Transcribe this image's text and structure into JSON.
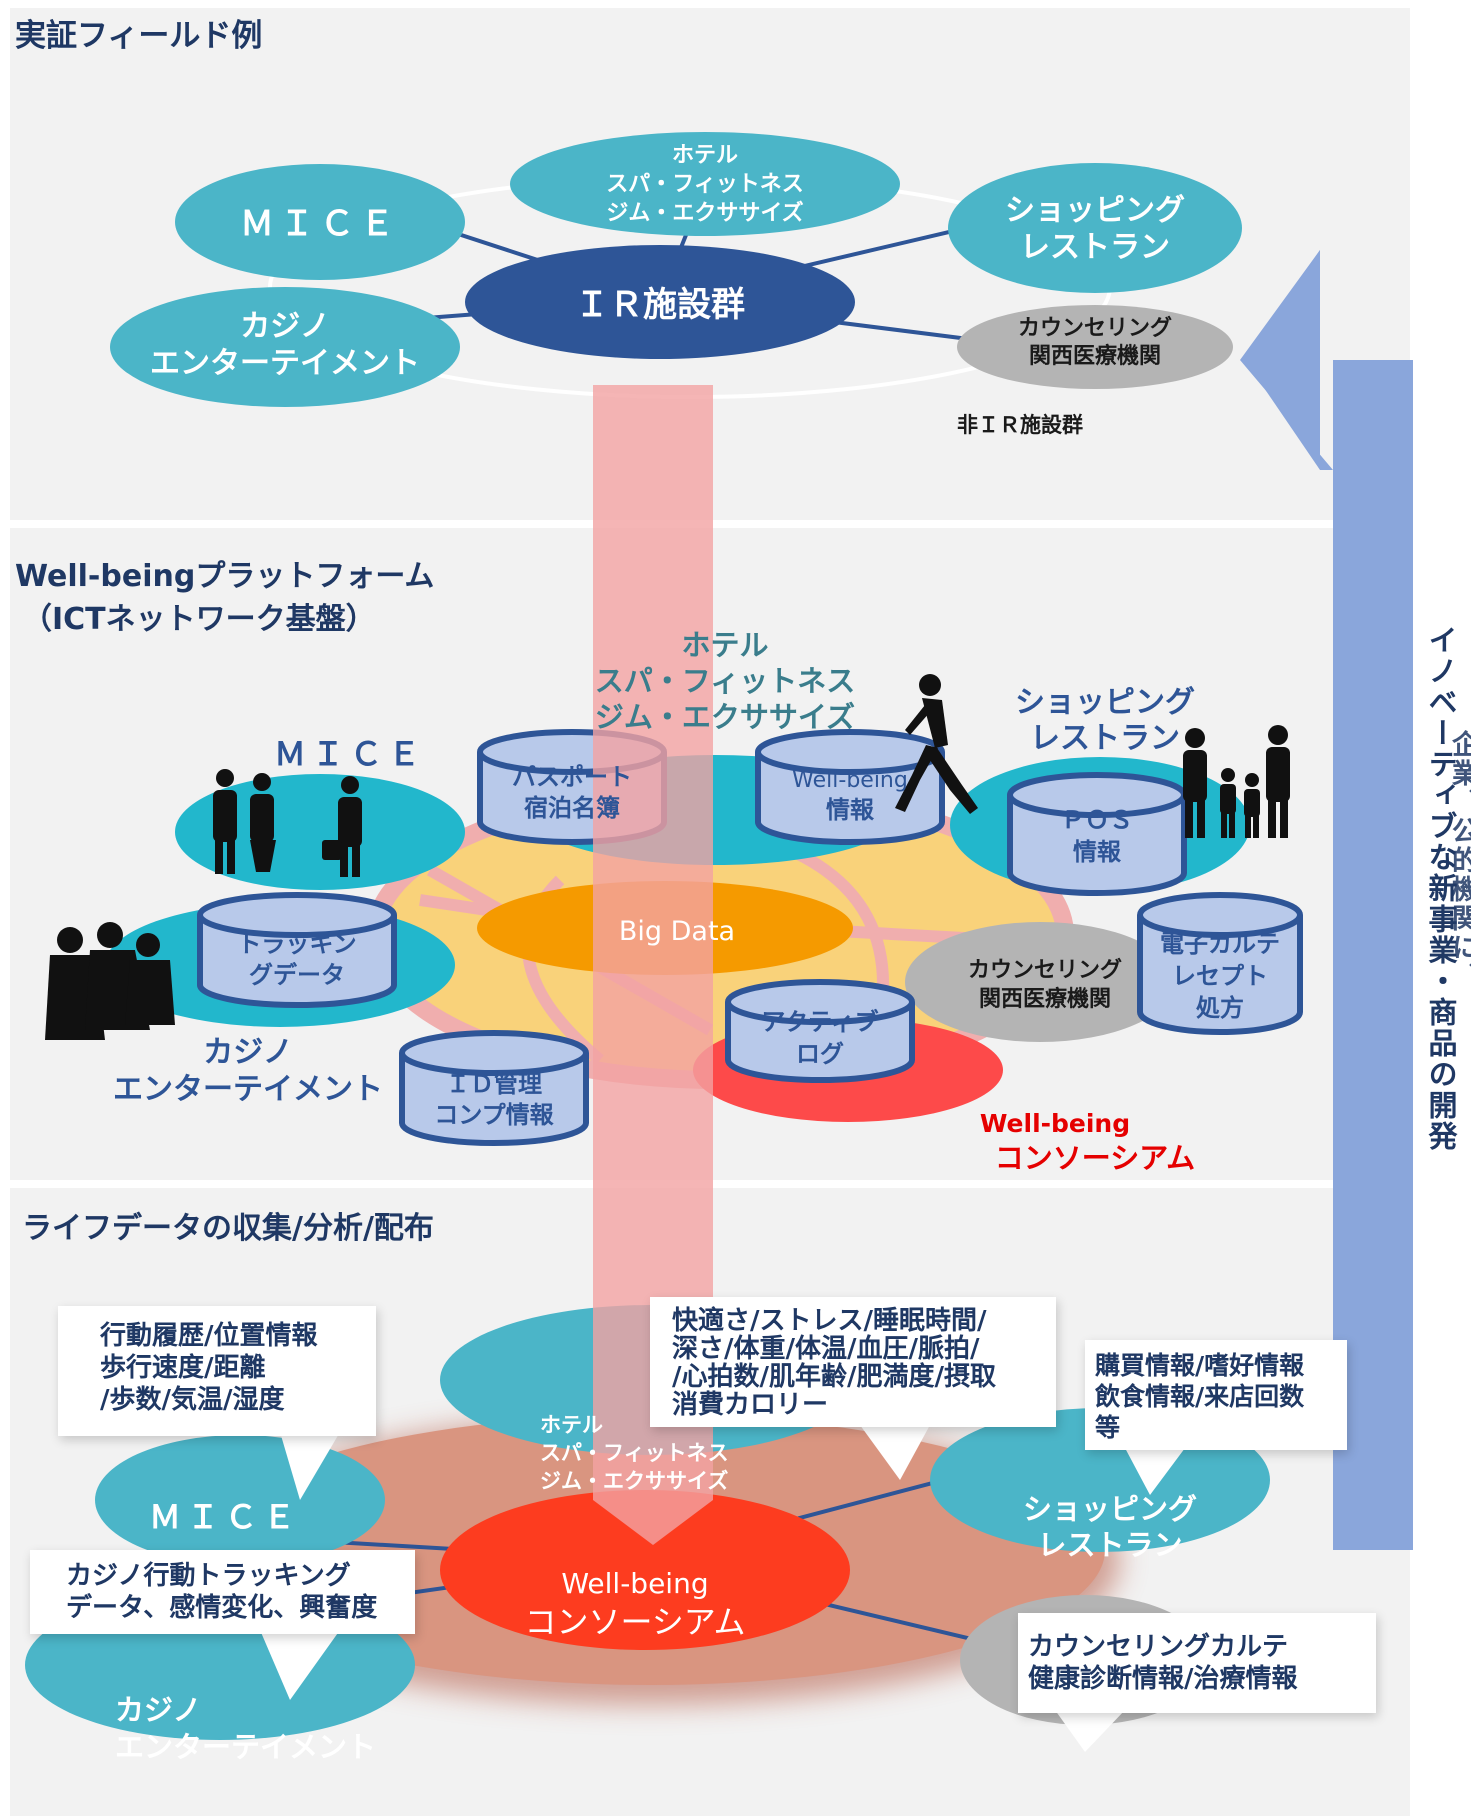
{
  "colors": {
    "teal": "#4bb5c8",
    "darkBlue": "#2e5597",
    "gray": "#b4b4b4",
    "navyText": "#1f3864",
    "arrowBlue": "#8aa6db",
    "pinkPillar": "#f3a3a3",
    "bigData": "#f59a00",
    "consortiumRed": "#fd3c1f",
    "cylinder": "#b8c9ea"
  },
  "section1": {
    "heading": "実証フィールド例",
    "ir_center": "ＩＲ施設群",
    "mice": "ＭＩＣＥ",
    "hotel": [
      "ホテル",
      "スパ・フィットネス",
      "ジム・エクササイズ"
    ],
    "shopping": [
      "ショッピング",
      "レストラン"
    ],
    "casino": [
      "カジノ",
      "エンターテイメント"
    ],
    "counseling": [
      "カウンセリング",
      "関西医療機関"
    ],
    "non_ir": "非ＩＲ施設群"
  },
  "section2": {
    "heading": [
      "Well-beingプラットフォーム",
      "（ICTネットワーク基盤）"
    ],
    "hotel": [
      "ホテル",
      "スパ・フィットネス",
      "ジム・エクササイズ"
    ],
    "mice": "ＭＩＣＥ",
    "shopping": [
      "ショッピング",
      "レストラン"
    ],
    "casino": [
      "カジノ",
      "エンターテイメント"
    ],
    "counseling": [
      "カウンセリング",
      "関西医療機関"
    ],
    "big_data": "Big Data",
    "consortium": [
      "Well-being",
      "コンソーシアム"
    ],
    "db_passport": [
      "パスポート",
      "宿泊名簿"
    ],
    "db_wellbeing": [
      "Well-being",
      "情報"
    ],
    "db_pos": [
      "ＰＯＳ",
      "情報"
    ],
    "db_tracking": [
      "トラッキン",
      "グデータ"
    ],
    "db_ehr": [
      "電子カルテ",
      "レセプト",
      "処方"
    ],
    "db_active": [
      "アクティブ",
      "ログ"
    ],
    "db_id": [
      "ＩＤ管理",
      "コンプ情報"
    ]
  },
  "section3": {
    "heading": "ライフデータの収集/分析/配布",
    "mice": "ＭＩＣＥ",
    "hotel": [
      "ホテル",
      "スパ・フィットネス",
      "ジム・エクササイズ"
    ],
    "shopping": [
      "ショッピング",
      "レストラン"
    ],
    "casino": [
      "カジノ",
      "エンターテイメント"
    ],
    "consortium": [
      "Well-being",
      "コンソーシアム"
    ],
    "callout_mice": [
      "行動履歴/位置情報",
      "歩行速度/距離",
      "/歩数/気温/湿度"
    ],
    "callout_hotel": [
      "快適さ/ストレス/睡眠時間/",
      "深さ/体重/体温/血圧/脈拍/",
      "/心拍数/肌年齢/肥満度/摂取",
      "消費カロリー"
    ],
    "callout_shopping": [
      "購買情報/嗜好情報",
      "飲食情報/来店回数",
      "等"
    ],
    "callout_casino": [
      "カジノ行動トラッキング",
      "データ、感情変化、興奮度"
    ],
    "callout_counseling": [
      "カウンセリングカルテ",
      "健康診断情報/治療情報"
    ]
  },
  "side_arrow": {
    "main": "イノベーティブな新事業・商品の開発",
    "partial": "企業、公的機関に、"
  }
}
